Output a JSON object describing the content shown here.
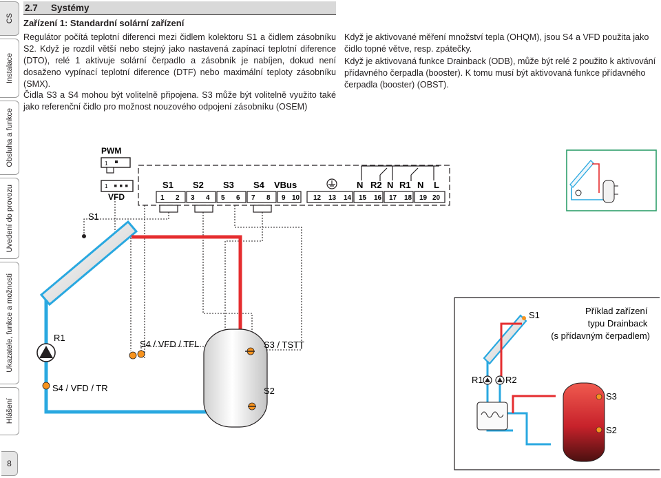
{
  "side_tabs": [
    {
      "label": "CS",
      "active": true
    },
    {
      "label": "Instalace",
      "active": false
    },
    {
      "label": "Obsluha a funkce",
      "active": false
    },
    {
      "label": "Uvedení do provozu",
      "active": false
    },
    {
      "label": "Ukazatele, funkce a možnosti",
      "active": false
    },
    {
      "label": "Hlášení",
      "active": false
    }
  ],
  "page_number": "8",
  "section": {
    "number": "2.7",
    "title": "Systémy"
  },
  "subtitle": "Zařízení 1: Standardní solární zařízení",
  "text": {
    "left_p1": "Regulátor počítá teplotní diferenci mezi čidlem kolektoru S1 a čidlem zásobníku S2. Když je rozdíl větší nebo stejný jako nastavená zapínací teplotní diference (DTO), relé 1 aktivuje solární čerpadlo a zásobník je nabíjen, dokud není dosaženo vypínací teplotní diference (DTF) nebo maximální teploty zásobníku (SMX).",
    "left_p2": "Čidla S3 a S4 mohou být volitelně připojena. S3 může být volitelně využito také jako referenční čidlo pro možnost nouzového odpojení zásobníku (OSEM)",
    "right_p1": "Když je aktivované měření množství tepla (OHQM), jsou S4 a VFD použita jako čidlo topné větve, resp. zpátečky.",
    "right_p2": "Když je aktivovaná funkce Drainback (ODB), může být relé 2 použito k aktivování přídavného čerpadla (booster). K tomu musí být aktivovaná funkce přídavného čerpadla (booster) (OBST)."
  },
  "diagram": {
    "pwm_label": "PWM",
    "pwm_pin": "1",
    "vfd_label": "VFD",
    "vfd_pin": "1",
    "terminal_groups": [
      "S1",
      "S2",
      "S3",
      "S4",
      "VBus",
      "N",
      "R2",
      "N",
      "R1",
      "N",
      "L"
    ],
    "terminal_numbers": [
      "1",
      "2",
      "3",
      "4",
      "5",
      "6",
      "7",
      "8",
      "9",
      "10",
      "12",
      "13",
      "14",
      "15",
      "16",
      "17",
      "18",
      "19",
      "20"
    ],
    "labels": {
      "s1": "S1",
      "r1": "R1",
      "s4_vfd_tr": "S4 / VFD / TR",
      "s4_vfd_tfl": "S4 / VFD / TFL",
      "s3_tstt": "S3 / TSTT",
      "s2": "S2"
    },
    "colors": {
      "hot": "#e52d2f",
      "cold": "#29a8e0",
      "cable": "#231f20",
      "icon_border": "#2e9e6a"
    }
  },
  "drainback_example": {
    "title_lines": [
      "Příklad zařízení",
      "typu Drainback",
      "(s přídavným čerpadlem)"
    ],
    "s1": "S1",
    "r1": "R1",
    "r2": "R2",
    "s3": "S3",
    "s2": "S2"
  }
}
